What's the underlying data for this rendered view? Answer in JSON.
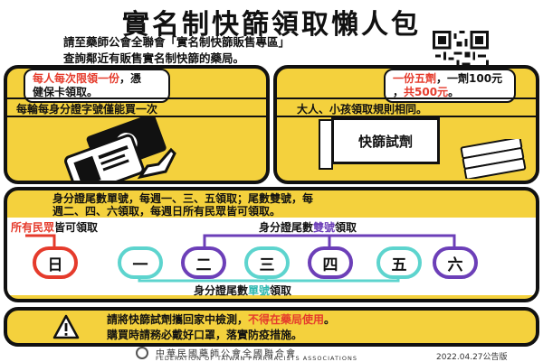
{
  "title": "實名制快篩領取懶人包",
  "intro": {
    "line1": "請至藥師公會全聯會「實名制快篩販售專區」",
    "line2": "查詢鄰近有販售實名制快篩的藥局。"
  },
  "left_card": {
    "ribbon_red": "每人每次限領一份",
    "ribbon_rest1": "，憑",
    "ribbon_line2": "健保卡領取。",
    "subtitle": "每輪每身分證字號僅能買一次"
  },
  "right_card": {
    "ribbon_red": "一份五劑",
    "ribbon_rest1": "，一劑100元",
    "ribbon_line2_prefix": "，",
    "ribbon_line2_red": "共500元",
    "ribbon_line2_suffix": "。",
    "subtitle": "大人、小孩領取規則相同。",
    "box_label": "快篩試劑"
  },
  "mid_card": {
    "rule_line1": "身分證尾數單號，每週一、三、五領取；尾數雙號，每",
    "rule_line2": "週二、四、六領取，每週日所有民眾皆可領取。",
    "all_red": "所有民眾",
    "all_rest": "皆可領取",
    "even_prefix": "身分證尾數",
    "even_word": "雙號",
    "even_suffix": "領取",
    "odd_prefix": "身分證尾數",
    "odd_word": "單號",
    "odd_suffix": "領取",
    "days": [
      "日",
      "一",
      "二",
      "三",
      "四",
      "五",
      "六"
    ]
  },
  "bottom_card": {
    "line1_prefix": "請將快篩試劑攜回家中檢測，",
    "line1_red": "不得在藥局使用",
    "line1_suffix": "。",
    "line2": "購買時請務必戴好口罩，落實防疫措施。"
  },
  "footer": {
    "org_cn": "中華民國藥師公會全國聯合會",
    "org_en": "FEDERATION OF TAIWAN PHARMACISTS ASSOCIATIONS",
    "date": "2022.04.27公告版"
  },
  "colors": {
    "yellow": "#f4d13d",
    "red": "#e53b2c",
    "cyan": "#5dd4ce",
    "purple": "#6c3fb8"
  }
}
